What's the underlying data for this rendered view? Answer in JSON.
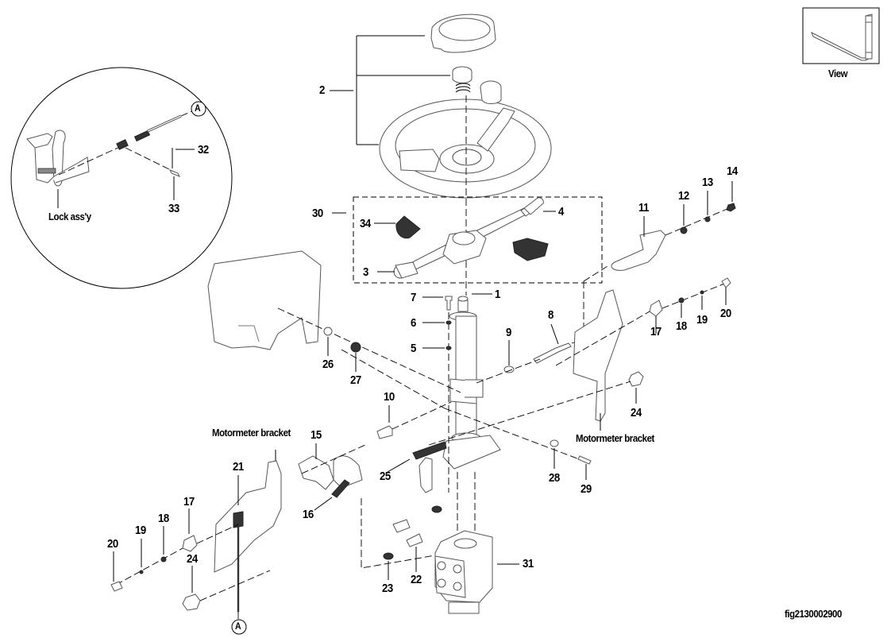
{
  "figure_id": "fig2130002900",
  "view_inset": {
    "label": "View",
    "icon": "forklift-fork-icon"
  },
  "detail_circle": {
    "label": "Lock ass'y",
    "reference_marker": "A",
    "callouts": [
      "32",
      "33"
    ]
  },
  "reference_marker_bottom": "A",
  "group_labels": {
    "motormeter_bracket_left": "Motormeter bracket",
    "motormeter_bracket_right": "Motormeter bracket"
  },
  "callouts": {
    "c1": "1",
    "c2": "2",
    "c3": "3",
    "c4": "4",
    "c5": "5",
    "c6": "6",
    "c7": "7",
    "c8": "8",
    "c9": "9",
    "c10": "10",
    "c11": "11",
    "c12": "12",
    "c13": "13",
    "c14": "14",
    "c15": "15",
    "c16": "16",
    "c17a": "17",
    "c17b": "17",
    "c18a": "18",
    "c18b": "18",
    "c19a": "19",
    "c19b": "19",
    "c20a": "20",
    "c20b": "20",
    "c21": "21",
    "c22": "22",
    "c23": "23",
    "c24a": "24",
    "c24b": "24",
    "c25": "25",
    "c26": "26",
    "c27": "27",
    "c28": "28",
    "c29": "29",
    "c30": "30",
    "c31": "31",
    "c32": "32",
    "c33": "33",
    "c34": "34"
  }
}
